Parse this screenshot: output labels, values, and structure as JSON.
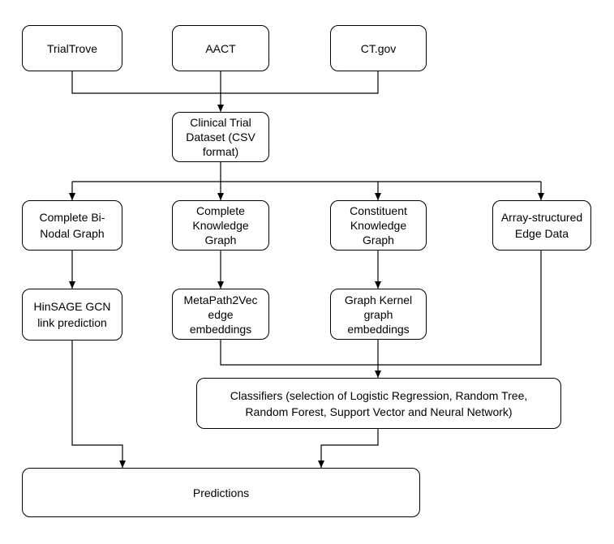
{
  "nodes": {
    "trialtrove": "TrialTrove",
    "aact": "AACT",
    "ctgov": "CT.gov",
    "dataset": "Clinical Trial\nDataset (CSV\nformat)",
    "binodal": "Complete Bi-\nNodal Graph",
    "complete_kg": "Complete\nKnowledge\nGraph",
    "constituent_kg": "Constituent\nKnowledge\nGraph",
    "edge_data": "Array-structured\nEdge Data",
    "hinsage": "HinSAGE GCN\nlink prediction",
    "metapath": "MetaPath2Vec\nedge\nembeddings",
    "graph_kernel": "Graph Kernel\ngraph\nembeddings",
    "classifiers": "Classifiers (selection of Logistic Regression, Random Tree,\nRandom Forest, Support Vector and Neural Network)",
    "predictions": "Predictions"
  },
  "colors": {
    "stroke": "#000000",
    "fill": "#ffffff"
  }
}
